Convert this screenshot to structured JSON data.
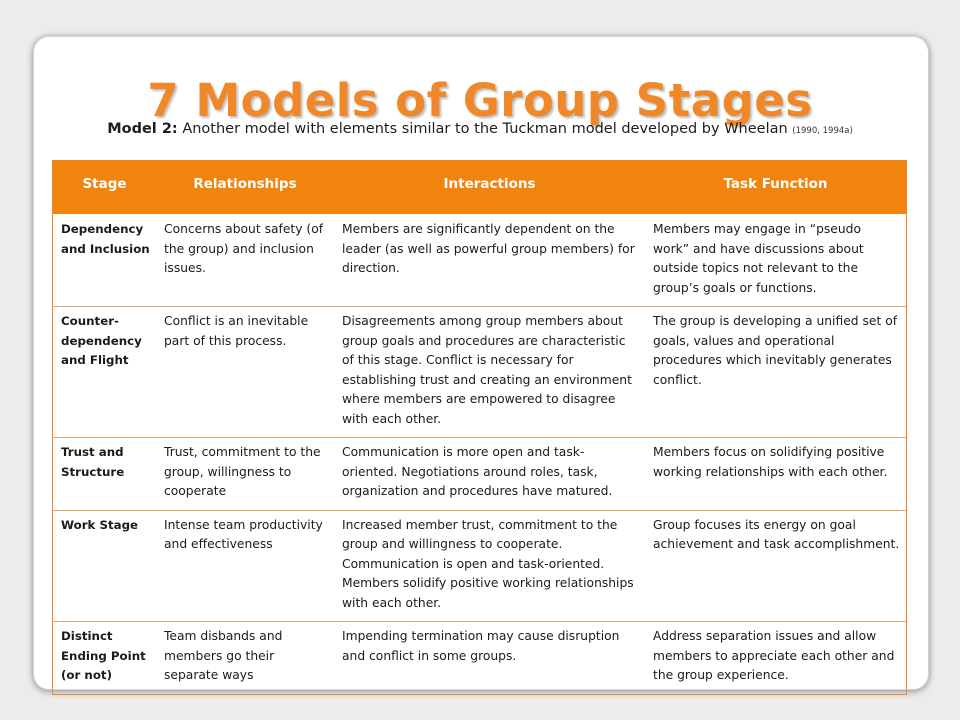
{
  "title": "7 Models of Group Stages",
  "subtitle": {
    "model_label": "Model 2:",
    "text": "Another model with elements similar to the Tuckman model developed by Wheelan",
    "citation": "(1990, 1994a)"
  },
  "colors": {
    "accent": "#f0882a",
    "header_fill": "#f0840f",
    "header_text": "#ffffff"
  },
  "table": {
    "headers": {
      "stage": "Stage",
      "relationships": "Relationships",
      "interactions": "Interactions",
      "task_function": "Task Function"
    },
    "rows": [
      {
        "stage": "Dependency and Inclusion",
        "relationships": "Concerns about safety (of the group) and inclusion issues.",
        "interactions": "Members are significantly dependent on the leader (as well as powerful group members) for direction.",
        "task_function": "Members may engage in “pseudo work” and have discussions about outside topics not relevant to the group’s goals or functions."
      },
      {
        "stage": "Counter-dependency and Flight",
        "relationships": "Conflict is an inevitable part of this process.",
        "interactions": "Disagreements among group members about group goals and procedures are characteristic of this stage. Conflict is necessary for establishing trust and creating an environment where members are empowered to disagree with each other.",
        "task_function": "The group is developing a unified set of goals, values and operational procedures which inevitably generates conflict."
      },
      {
        "stage": "Trust and Structure",
        "relationships": "Trust, commitment to the group, willingness to cooperate",
        "interactions": "Communication is more open and task-oriented. Negotiations around roles, task, organization and procedures have matured.",
        "task_function": "Members focus on solidifying positive working relationships with each other."
      },
      {
        "stage": "Work Stage",
        "relationships": "Intense team productivity and effectiveness",
        "interactions": "Increased member trust, commitment to the group and willingness to cooperate. Communication is open and task-oriented. Members solidify positive working relationships with each other.",
        "task_function": "Group focuses its energy on goal achievement and task accomplishment."
      },
      {
        "stage": "Distinct Ending Point (or not)",
        "relationships": "Team disbands and members go their separate ways",
        "interactions": "Impending termination may cause disruption and conflict in some groups.",
        "task_function": "Address separation issues and allow members to appreciate each other and the group experience."
      }
    ]
  }
}
